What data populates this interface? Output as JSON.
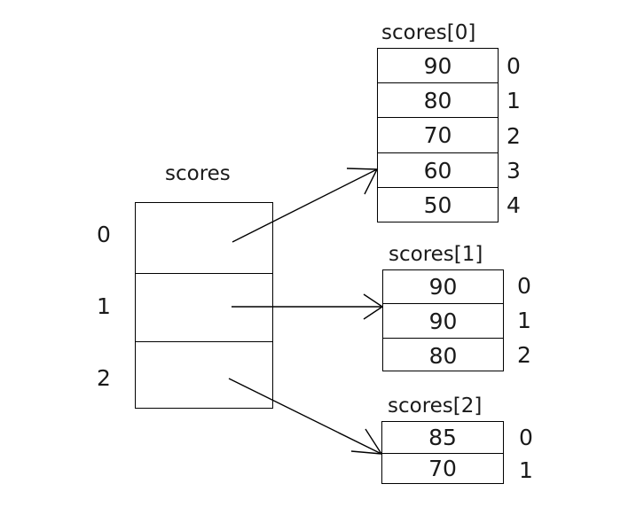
{
  "diagram": {
    "title_main": "scores",
    "main_array": {
      "name": "scores",
      "label": "scores",
      "indices": [
        "0",
        "1",
        "2"
      ],
      "cells": [
        "",
        "",
        ""
      ]
    },
    "sub_arrays": [
      {
        "label": "scores[0]",
        "values": [
          "90",
          "80",
          "70",
          "60",
          "50"
        ],
        "indices": [
          "0",
          "1",
          "2",
          "3",
          "4"
        ]
      },
      {
        "label": "scores[1]",
        "values": [
          "90",
          "90",
          "80"
        ],
        "indices": [
          "0",
          "1",
          "2"
        ]
      },
      {
        "label": "scores[2]",
        "values": [
          "85",
          "70"
        ],
        "indices": [
          "0",
          "1"
        ]
      }
    ],
    "colors": {
      "stroke": "#000000",
      "text": "#1a1a1a",
      "background": "#ffffff"
    }
  }
}
